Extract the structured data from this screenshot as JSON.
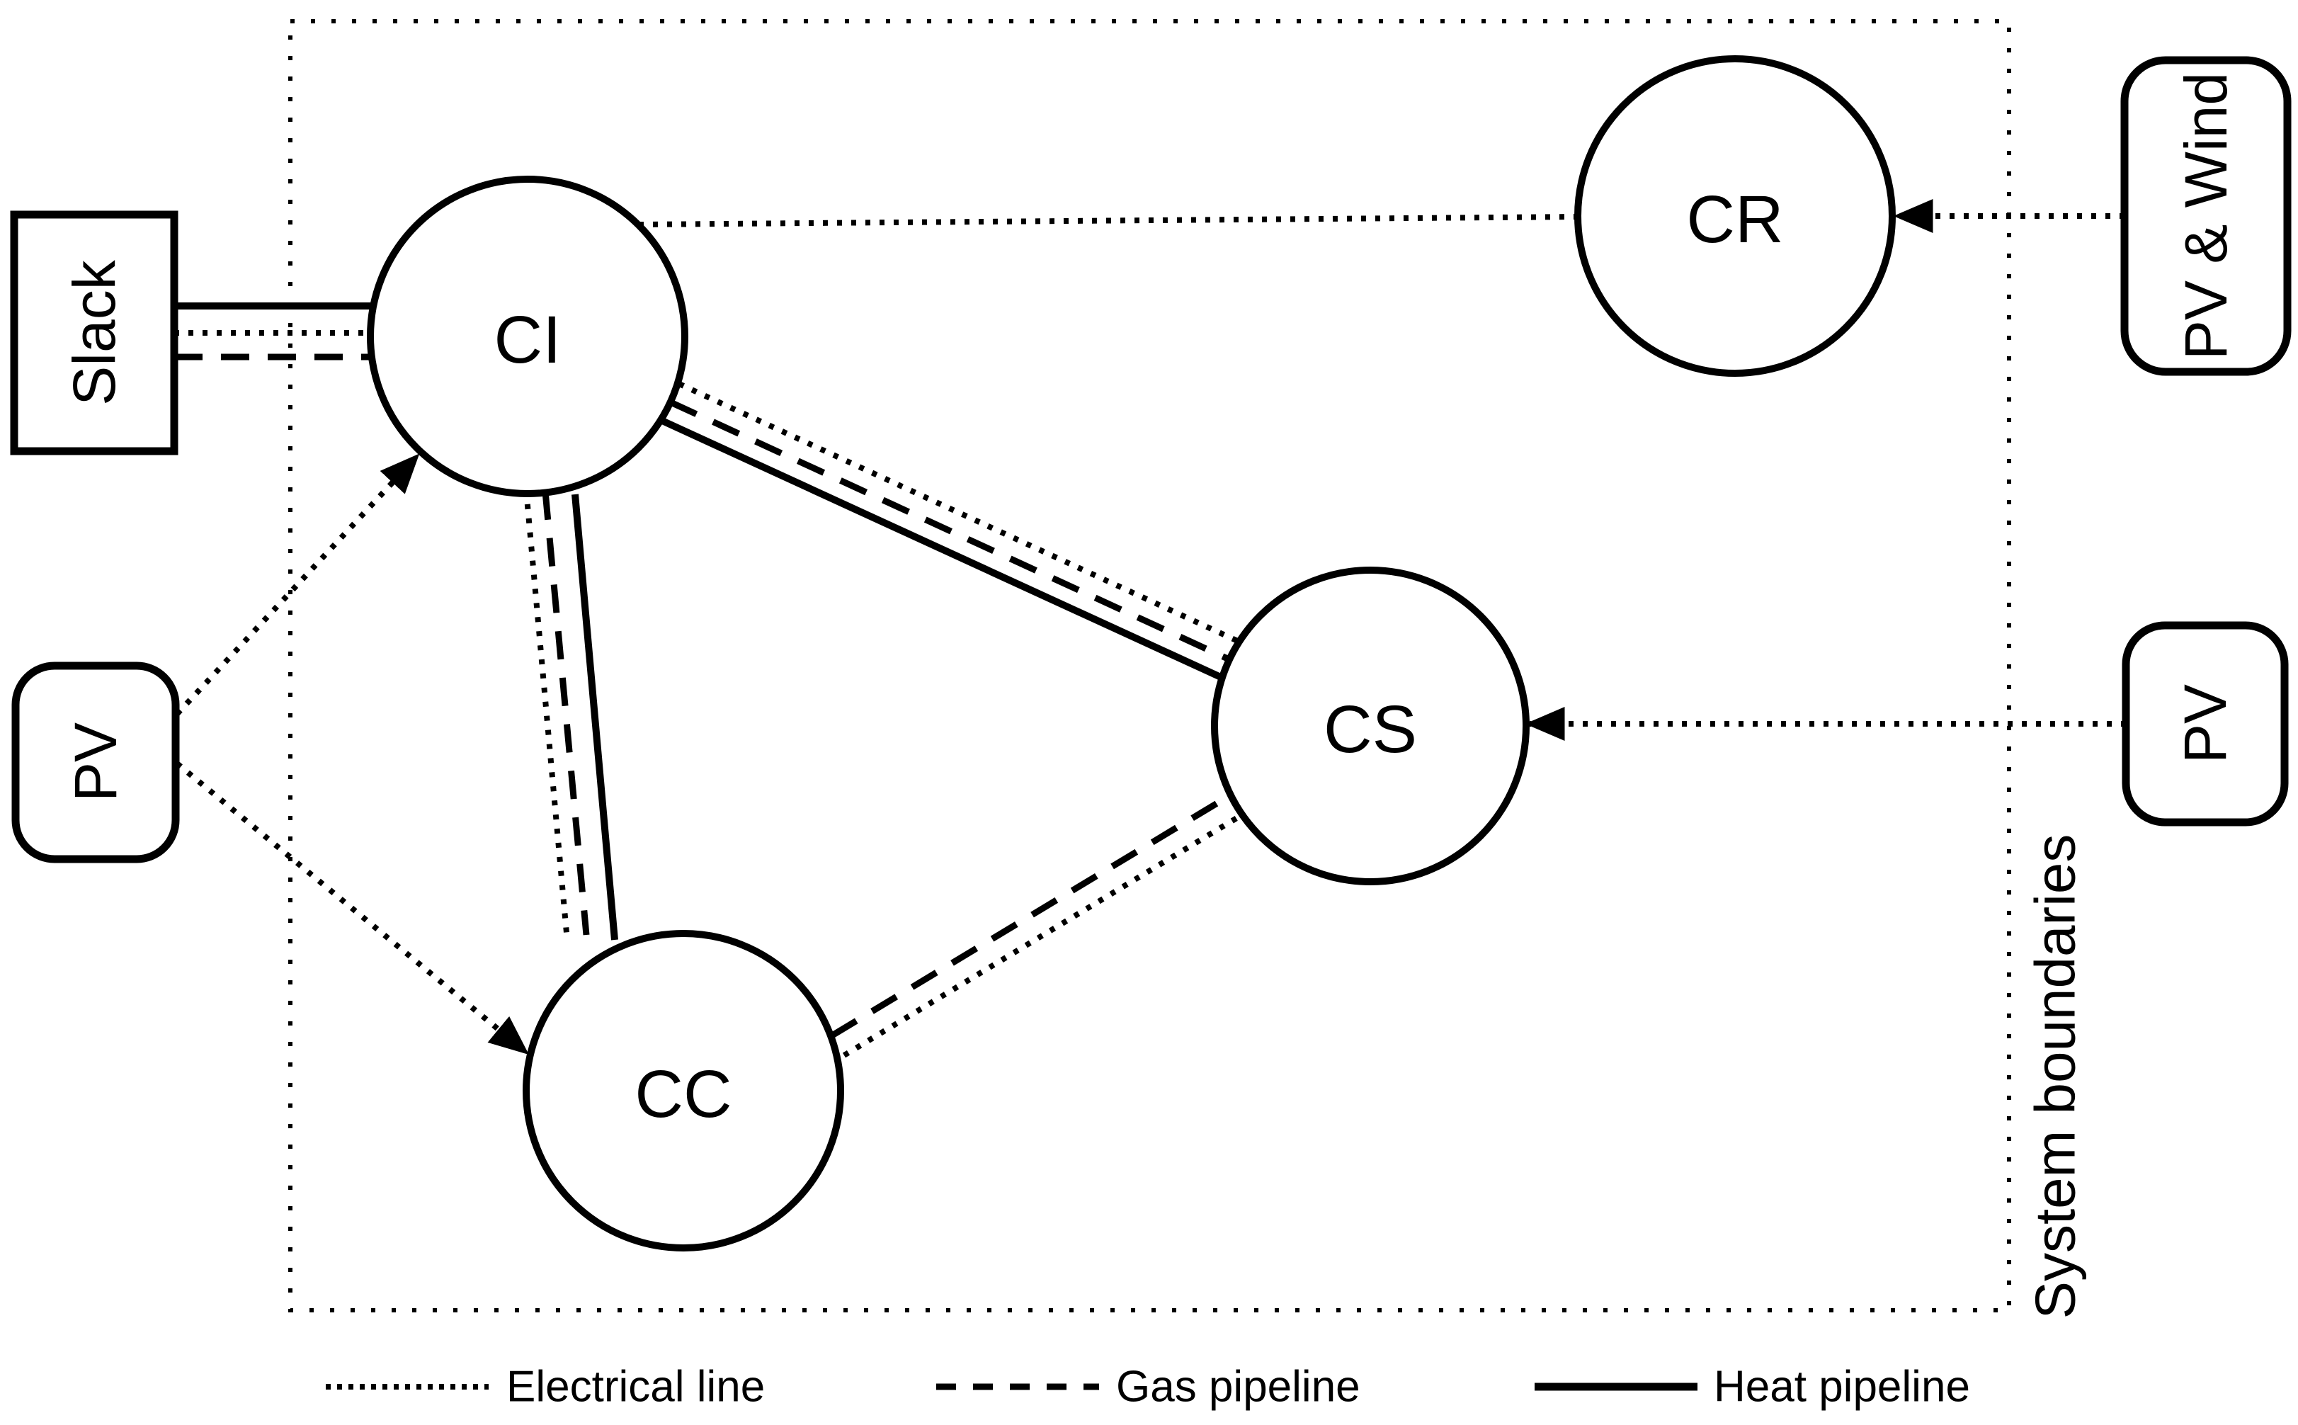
{
  "boundary": {
    "label": "System boundaries"
  },
  "nodes": {
    "ci": {
      "label": "CI"
    },
    "cr": {
      "label": "CR"
    },
    "cs": {
      "label": "CS"
    },
    "cc": {
      "label": "CC"
    }
  },
  "external_sources": {
    "slack": {
      "label": "Slack",
      "shape": "rectangle"
    },
    "pv_wind": {
      "label": "PV & Wind",
      "shape": "rounded-rectangle"
    },
    "pv_right": {
      "label": "PV",
      "shape": "rounded-rectangle"
    },
    "pv_left": {
      "label": "PV",
      "shape": "rounded-rectangle"
    }
  },
  "edges": [
    {
      "from": "slack",
      "to": "ci",
      "type": "heat",
      "arrow": false
    },
    {
      "from": "slack",
      "to": "ci",
      "type": "electrical",
      "arrow": false
    },
    {
      "from": "slack",
      "to": "ci",
      "type": "gas",
      "arrow": false
    },
    {
      "from": "ci",
      "to": "cr",
      "type": "electrical",
      "arrow": false
    },
    {
      "from": "ci",
      "to": "cs",
      "type": "electrical",
      "arrow": false
    },
    {
      "from": "ci",
      "to": "cs",
      "type": "gas",
      "arrow": false
    },
    {
      "from": "ci",
      "to": "cs",
      "type": "heat",
      "arrow": false
    },
    {
      "from": "ci",
      "to": "cc",
      "type": "electrical",
      "arrow": false
    },
    {
      "from": "ci",
      "to": "cc",
      "type": "gas",
      "arrow": false
    },
    {
      "from": "ci",
      "to": "cc",
      "type": "heat",
      "arrow": false
    },
    {
      "from": "cc",
      "to": "cs",
      "type": "gas",
      "arrow": false
    },
    {
      "from": "cc",
      "to": "cs",
      "type": "electrical",
      "arrow": false
    },
    {
      "from": "pv_wind",
      "to": "cr",
      "type": "electrical",
      "arrow": true
    },
    {
      "from": "pv_right",
      "to": "cs",
      "type": "electrical",
      "arrow": true
    },
    {
      "from": "pv_left",
      "to": "ci",
      "type": "electrical",
      "arrow": true
    },
    {
      "from": "pv_left",
      "to": "cc",
      "type": "electrical",
      "arrow": true
    }
  ],
  "legend": {
    "electrical": {
      "label": "Electrical line",
      "style": "dotted"
    },
    "gas": {
      "label": "Gas pipeline",
      "style": "dashed"
    },
    "heat": {
      "label": "Heat pipeline",
      "style": "solid"
    }
  },
  "colors": {
    "ink": "#000000",
    "background": "#ffffff"
  }
}
